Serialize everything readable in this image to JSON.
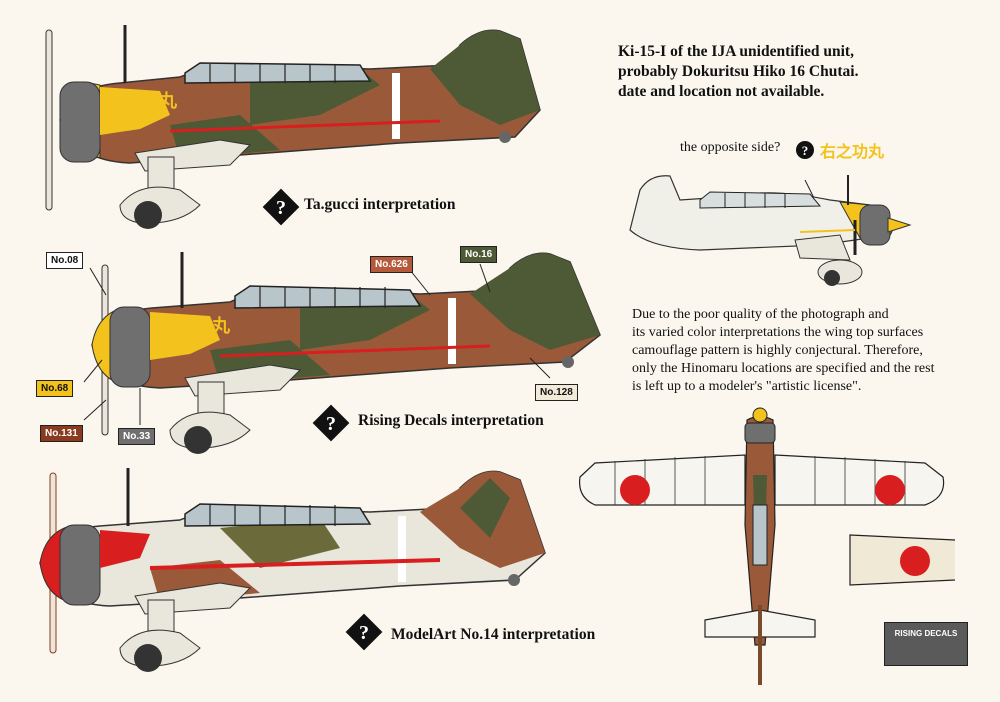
{
  "header": {
    "title_lines": [
      "Ki-15-I of the IJA unidentified unit,",
      "probably Dokuritsu Hiko 16 Chutai.",
      "date and location not available."
    ]
  },
  "profiles": [
    {
      "interpretation": "Ta.gucci interpretation",
      "question_mark": "?"
    },
    {
      "interpretation": "Rising Decals interpretation",
      "question_mark": "?"
    },
    {
      "interpretation": "ModelArt No.14 interpretation",
      "question_mark": "?"
    }
  ],
  "callouts": {
    "no08": "No.08",
    "no68": "No.68",
    "no131": "No.131",
    "no33": "No.33",
    "no626": "No.626",
    "no16": "No.16",
    "no128": "No.128"
  },
  "colors": {
    "background": "#fbf7ee",
    "olive_green": "#4e5a36",
    "brown": "#9a5a3a",
    "yellow_cowl": "#f3c21c",
    "hinomaru_red": "#d81e1e",
    "cowl_grey": "#6f6f6f",
    "light_grey": "#e9e6dc"
  },
  "opposite_side": {
    "text": "the opposite side?",
    "question_mark": "?"
  },
  "description_lines": [
    "Due to the poor quality of the photograph and",
    "its varied color interpretations the wing top surfaces",
    "camouflage pattern is highly conjectural. Therefore,",
    "only the Hinomaru locations are specified and the rest",
    "is left up to a modeler's \"artistic license\"."
  ],
  "logo": {
    "text": "RISING DECALS"
  }
}
